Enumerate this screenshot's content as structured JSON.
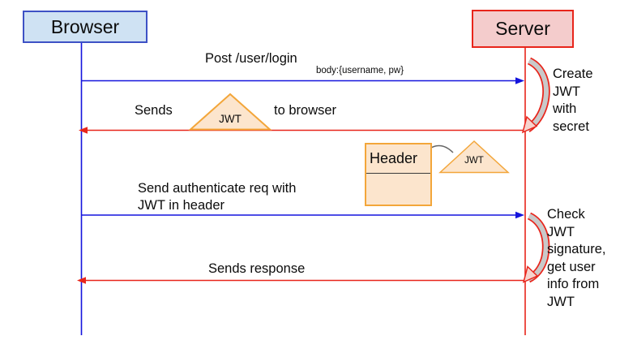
{
  "actors": {
    "browser": "Browser",
    "server": "Server"
  },
  "messages": {
    "post_login": {
      "label": "Post /user/login",
      "body": "body:{username, pw}"
    },
    "sends_jwt": {
      "before": "Sends",
      "after": "to browser"
    },
    "auth_req": {
      "label": "Send authenticate req with\nJWT in header"
    },
    "sends_response": {
      "label": "Sends response"
    }
  },
  "shapes": {
    "jwt_triangle_large": "JWT",
    "jwt_triangle_small": "JWT",
    "header_box": "Header"
  },
  "notes": {
    "create_jwt": "Create\nJWT\nwith\nsecret",
    "check_jwt": "Check\nJWT\nsignature,\nget user\ninfo from\nJWT"
  },
  "colors": {
    "browser_fill": "#cfe2f3",
    "browser_border": "#3d51c5",
    "server_fill": "#f4cccc",
    "blue_line": "#1414dd",
    "red_line": "#e8251b",
    "shape_fill": "#fce5cd",
    "shape_border": "#f3a63a",
    "curve_fill": "#c9c9c9"
  }
}
